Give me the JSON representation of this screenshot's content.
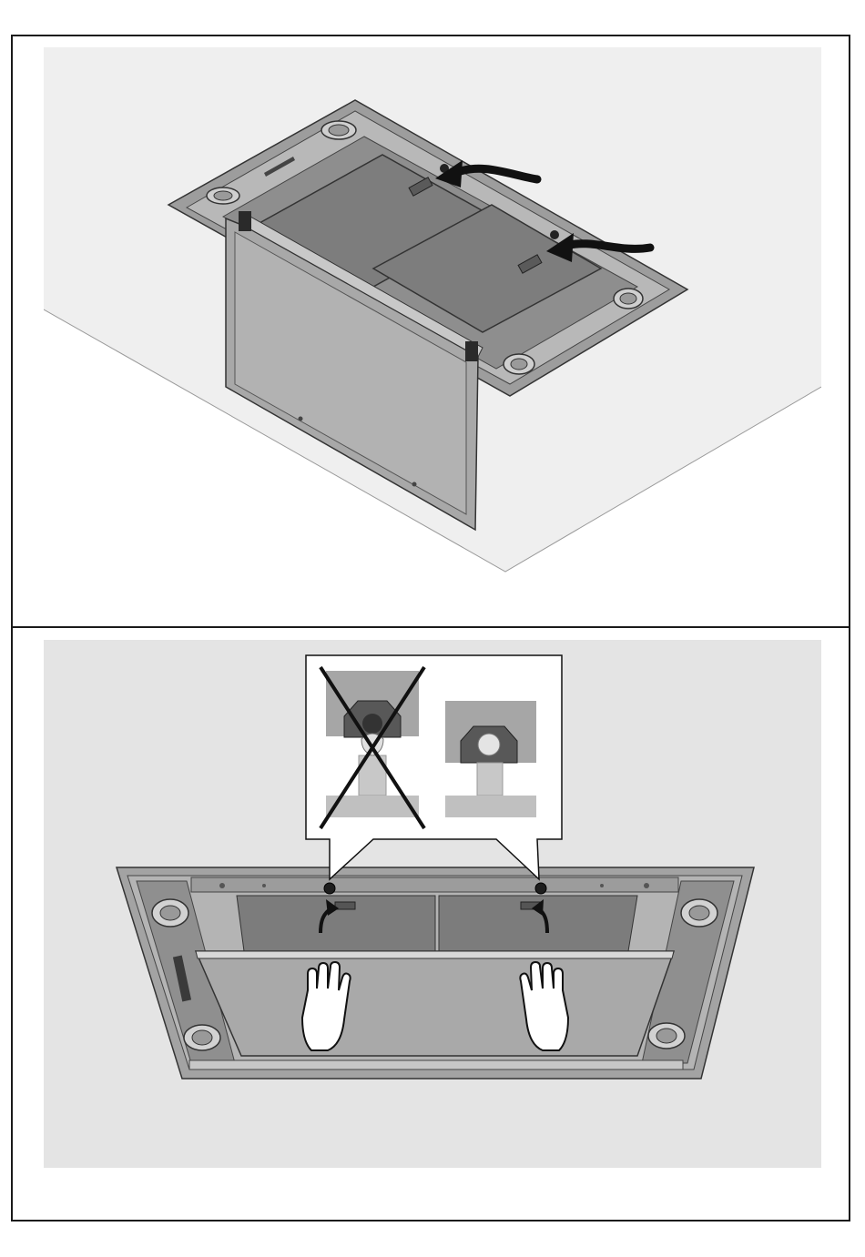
{
  "document": {
    "type": "installation-instruction-page",
    "figures": [
      {
        "id": "figure-1",
        "content": "open-hood-underside-with-hinged-panel-and-filter-catches",
        "arrows": 2
      },
      {
        "id": "figure-2",
        "content": "closing-panel-by-hand-with-catch-detail-callout",
        "arrows": 2,
        "callout_panels": [
          "incorrect",
          "correct"
        ]
      }
    ]
  },
  "colors": {
    "frame": "#1a1a1a",
    "background_top": "#efefef",
    "background_bottom": "#e4e4e4",
    "metal_light": "#b4b4b4",
    "metal_dark": "#6e6e6e",
    "filter": "#8a8a8a"
  },
  "icons": [
    "arrow-icon",
    "hand-icon",
    "cross-icon",
    "catch-icon"
  ]
}
